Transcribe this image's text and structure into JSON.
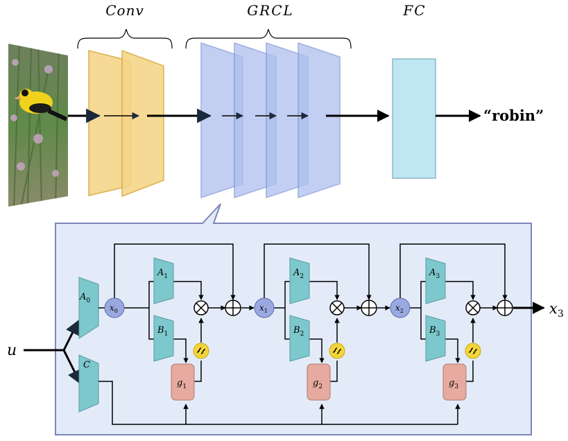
{
  "top": {
    "conv_label": "Conv",
    "grcl_label": "GRCL",
    "fc_label": "FC",
    "output_label": "“robin”"
  },
  "detail": {
    "input_label": "u",
    "output_label": "x",
    "output_sub": "3",
    "a0_label": "A",
    "a0_sub": "0",
    "c_label": "C",
    "stages": [
      {
        "x_in": "x",
        "x_in_sub": "0",
        "a": "A",
        "a_sub": "1",
        "b": "B",
        "b_sub": "1",
        "g": "g",
        "g_sub": "1"
      },
      {
        "x_in": "x",
        "x_in_sub": "1",
        "a": "A",
        "a_sub": "2",
        "b": "B",
        "b_sub": "2",
        "g": "g",
        "g_sub": "2"
      },
      {
        "x_in": "x",
        "x_in_sub": "2",
        "a": "A",
        "a_sub": "3",
        "b": "B",
        "b_sub": "3",
        "g": "g",
        "g_sub": "3"
      }
    ]
  },
  "colors": {
    "conv": "#f5d58a",
    "grcl": "#aebfee",
    "fc": "#bfe6f3",
    "panel": "#e3ebf9",
    "panel_border": "#7c86b8",
    "teal": "#7cc8cc",
    "node": "#9aa8e0",
    "gate": "#e6aaa0",
    "sigmoid": "#f3d53a"
  },
  "icons": {
    "photo": "bird-photo",
    "multiply": "multiply-icon",
    "add": "add-icon",
    "sigmoid": "sigmoid-icon"
  }
}
